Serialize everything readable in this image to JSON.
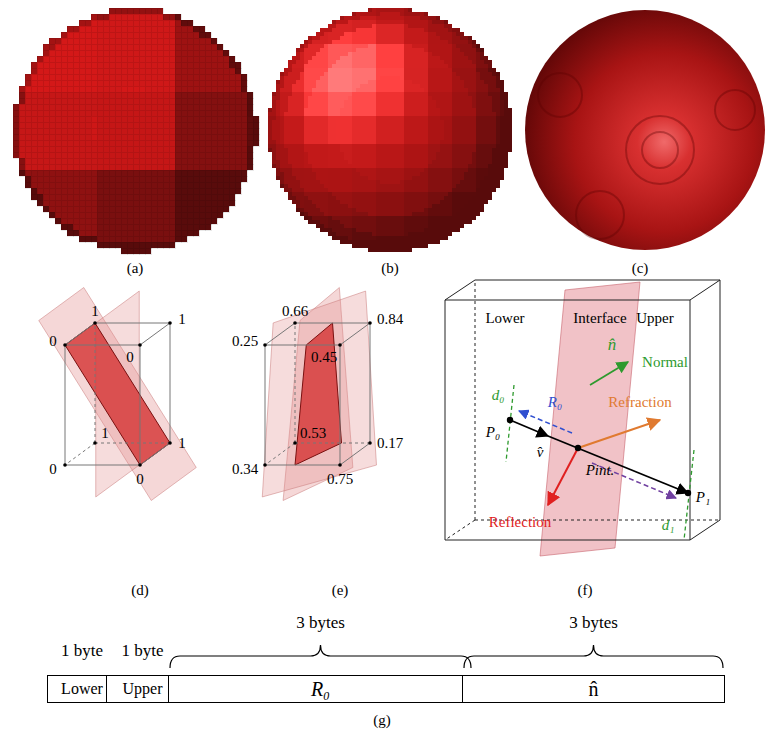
{
  "diagram": {
    "nodes": [
      {
        "text": [
          "1 byte",
          "Lower"
        ]
      },
      {
        "text": [
          "1 byte",
          "Upper"
        ]
      },
      {
        "text": [
          "3 bytes",
          "R₀"
        ]
      },
      {
        "text": [
          "3 bytes",
          "n̂"
        ]
      }
    ],
    "labels": [
      "(a)",
      "(b)",
      "(c)",
      "0",
      "1",
      "1",
      "0",
      "1",
      "1",
      "0",
      "0",
      "0.25",
      "0.66",
      "0.84",
      "0.45",
      "0.53",
      "0.17",
      "0.34",
      "0.75",
      "(d)",
      "(e)",
      "(f)",
      "Lower",
      "Interface",
      "Upper",
      "n̂",
      "Normal",
      "d₀",
      "R₀",
      "P₀",
      "v̂",
      "Refraction",
      "Pint.",
      "P₁",
      "Reflection",
      "d₁",
      "(g)"
    ]
  }
}
